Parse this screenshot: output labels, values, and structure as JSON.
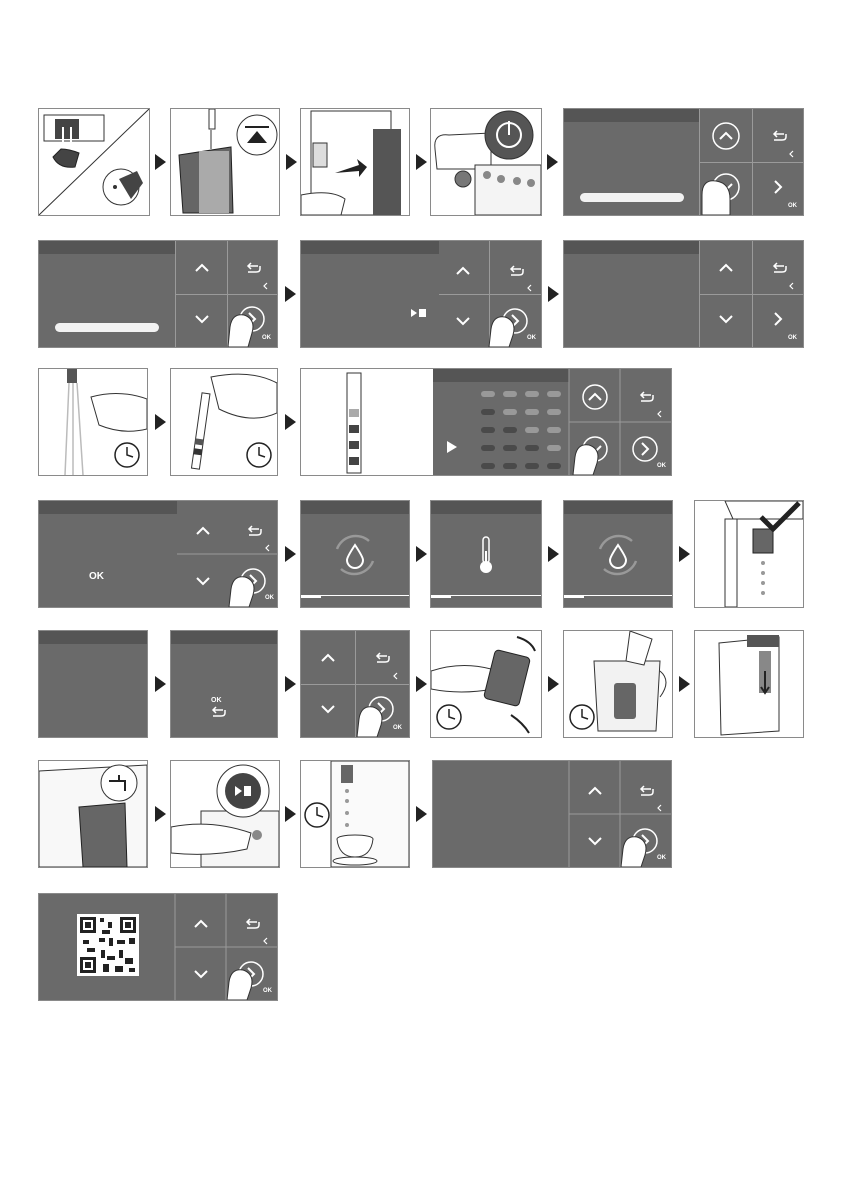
{
  "labels": {
    "ok": "OK",
    "ok_screen": "OK",
    "ok_small": "OK"
  },
  "icons": {
    "up": "chevron-up-icon",
    "down": "chevron-down-icon",
    "back": "back-arrow-icon",
    "next": "chevron-right-icon",
    "step_arrow": "step-arrow-icon",
    "power": "power-icon",
    "play_stop": "play-stop-icon",
    "timer": "timer-icon",
    "water_drop": "water-drop-icon",
    "thermometer": "thermometer-icon",
    "tap": "tap-icon",
    "qr": "qr-code-icon",
    "check": "check-icon"
  },
  "colors": {
    "screen": "#6a6a6a",
    "screen_header": "#555555",
    "border": "#8a8a8a",
    "arrow": "#222222"
  }
}
